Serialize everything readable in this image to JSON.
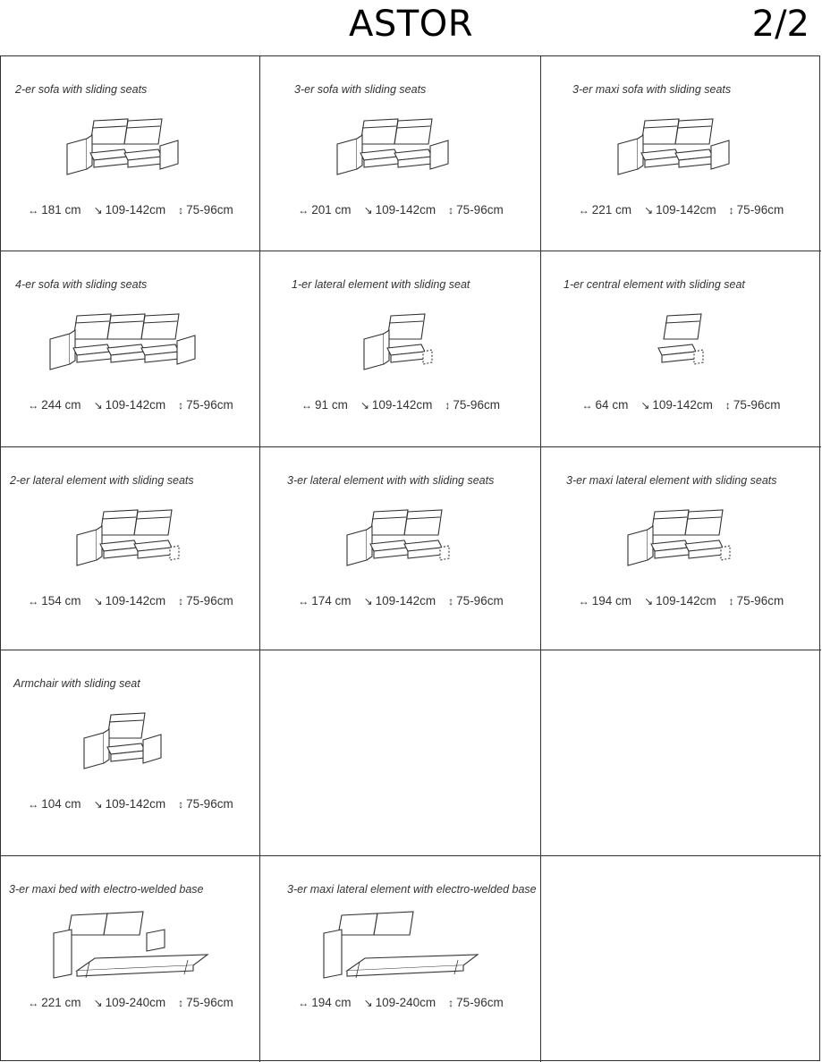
{
  "header": {
    "title": "ASTOR",
    "page": "2/2"
  },
  "icons": {
    "width": "arrow-left-right-icon",
    "depth": "arrow-diagonal-icon",
    "height": "arrow-up-down-icon"
  },
  "cells": [
    {
      "label": "2-er sofa with sliding seats",
      "width": "181 cm",
      "depth": "109-142cm",
      "height": "75-96cm",
      "kind": "sofa",
      "seats": 2,
      "arms": "both"
    },
    {
      "label": "3-er sofa with sliding seats",
      "width": "201 cm",
      "depth": "109-142cm",
      "height": "75-96cm",
      "kind": "sofa",
      "seats": 2,
      "arms": "both"
    },
    {
      "label": "3-er maxi sofa with sliding seats",
      "width": "221 cm",
      "depth": "109-142cm",
      "height": "75-96cm",
      "kind": "sofa",
      "seats": 2,
      "arms": "both"
    },
    {
      "label": "4-er sofa with sliding seats",
      "width": "244 cm",
      "depth": "109-142cm",
      "height": "75-96cm",
      "kind": "sofa",
      "seats": 3,
      "arms": "both"
    },
    {
      "label": "1-er lateral element with sliding seat",
      "width": "91 cm",
      "depth": "109-142cm",
      "height": "75-96cm",
      "kind": "sofa",
      "seats": 1,
      "arms": "left"
    },
    {
      "label": "1-er central element with sliding seat",
      "width": "64 cm",
      "depth": "109-142cm",
      "height": "75-96cm",
      "kind": "sofa",
      "seats": 1,
      "arms": "none"
    },
    {
      "label": "2-er lateral element with sliding seats",
      "width": "154 cm",
      "depth": "109-142cm",
      "height": "75-96cm",
      "kind": "sofa",
      "seats": 2,
      "arms": "left"
    },
    {
      "label": "3-er lateral element with with sliding seats",
      "width": "174 cm",
      "depth": "109-142cm",
      "height": "75-96cm",
      "kind": "sofa",
      "seats": 2,
      "arms": "left"
    },
    {
      "label": "3-er maxi lateral element with sliding seats",
      "width": "194 cm",
      "depth": "109-142cm",
      "height": "75-96cm",
      "kind": "sofa",
      "seats": 2,
      "arms": "left"
    },
    {
      "label": "Armchair with sliding seat",
      "width": "104 cm",
      "depth": "109-142cm",
      "height": "75-96cm",
      "kind": "sofa",
      "seats": 1,
      "arms": "both"
    },
    {
      "label": "",
      "width": "",
      "depth": "",
      "height": "",
      "kind": "empty"
    },
    {
      "label": "",
      "width": "",
      "depth": "",
      "height": "",
      "kind": "empty"
    },
    {
      "label": "3-er maxi bed with electro-welded base",
      "width": "221 cm",
      "depth": "109-240cm",
      "height": "75-96cm",
      "kind": "bed",
      "arms": "both"
    },
    {
      "label": "3-er maxi lateral element with electro-welded base",
      "width": "194 cm",
      "depth": "109-240cm",
      "height": "75-96cm",
      "kind": "bed",
      "arms": "left"
    },
    {
      "label": "",
      "width": "",
      "depth": "",
      "height": "",
      "kind": "empty"
    }
  ]
}
